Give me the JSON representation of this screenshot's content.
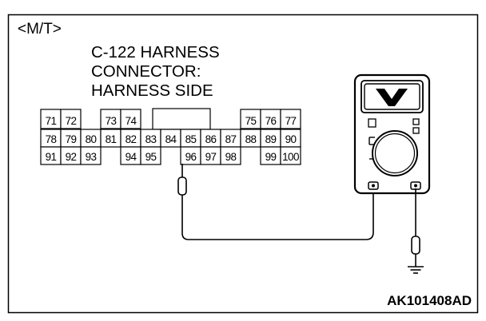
{
  "variant_label": "<M/T>",
  "connector_title": [
    "C-122 HARNESS",
    "CONNECTOR:",
    "HARNESS SIDE"
  ],
  "pin_rows": [
    [
      "71",
      "72",
      "",
      "73",
      "74",
      "",
      "",
      "",
      "",
      "",
      "75",
      "76",
      "77"
    ],
    [
      "78",
      "79",
      "80",
      "81",
      "82",
      "83",
      "84",
      "85",
      "86",
      "87",
      "88",
      "89",
      "90"
    ],
    [
      "91",
      "92",
      "93",
      "",
      "94",
      "95",
      "",
      "96",
      "97",
      "98",
      "",
      "99",
      "100"
    ]
  ],
  "probe_pin": "96",
  "meter": {
    "display_symbol": "V",
    "description": "voltmeter with probe and ground leads"
  },
  "figure_code": "AK101408AD"
}
